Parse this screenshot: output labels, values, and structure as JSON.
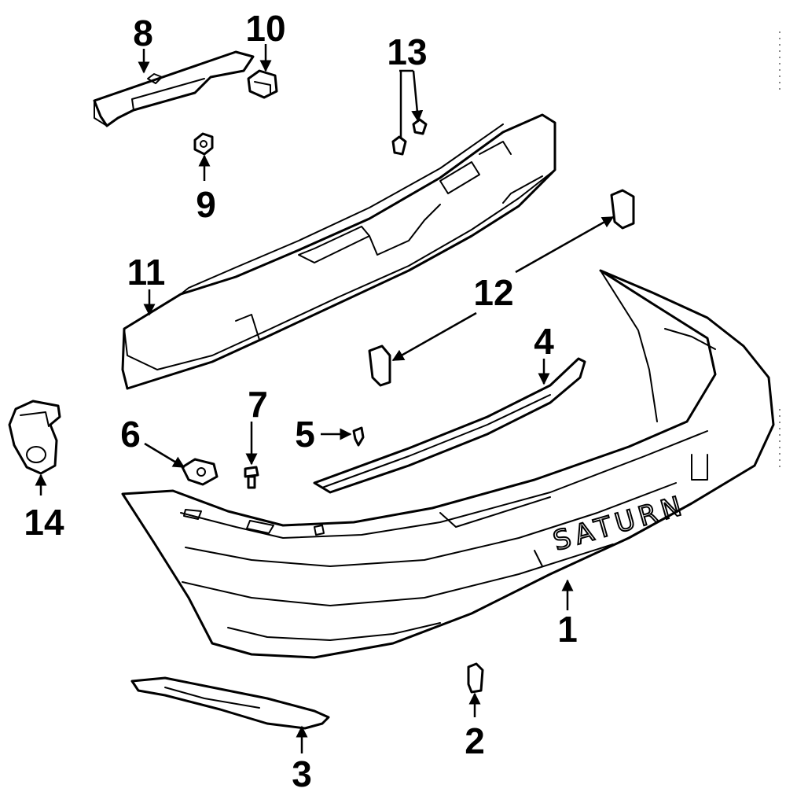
{
  "diagram": {
    "brand_text": "SATURN",
    "callouts": {
      "c1": "1",
      "c2": "2",
      "c3": "3",
      "c4": "4",
      "c5": "5",
      "c6": "6",
      "c7": "7",
      "c8": "8",
      "c9": "9",
      "c10": "10",
      "c11": "11",
      "c12": "12",
      "c13": "13",
      "c14": "14"
    }
  }
}
